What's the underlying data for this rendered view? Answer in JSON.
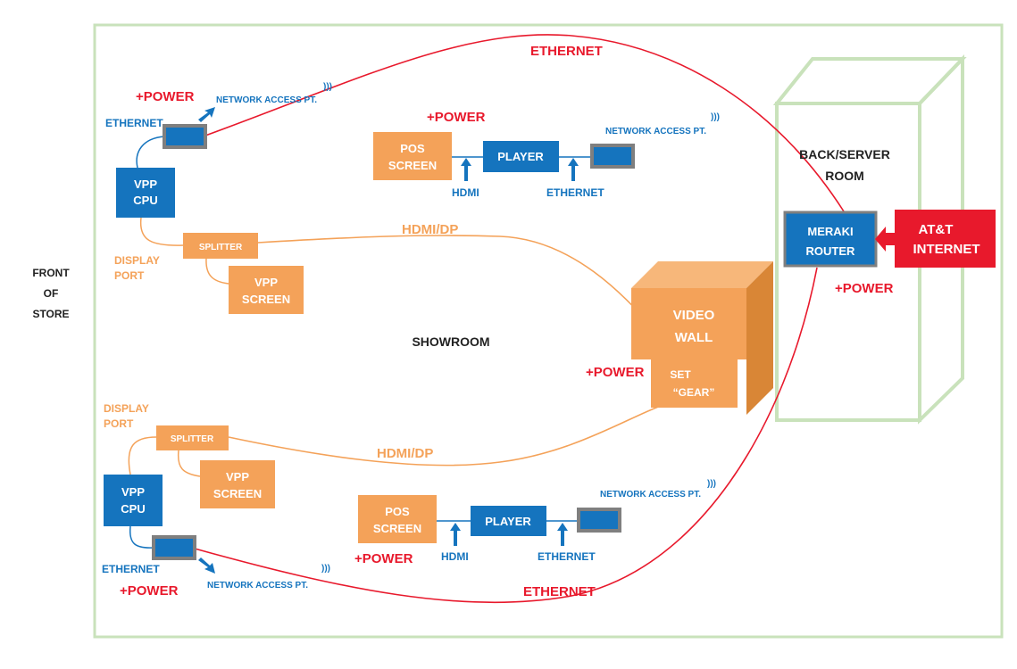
{
  "colors": {
    "room_border": "#c9e2bb",
    "blue_box": "#1574be",
    "blue_text": "#1574be",
    "orange_box": "#f4a259",
    "orange_line": "#f4a259",
    "orange_text": "#f4a259",
    "red": "#e8192c",
    "red_box": "#e8192c",
    "video_wall_front": "#f4a259",
    "video_wall_top": "#f7b77a",
    "video_wall_side": "#d98636",
    "monitor_border": "#7f7f7f",
    "black_text": "#222222"
  },
  "labels": {
    "front_of_store": [
      "FRONT",
      "OF",
      "STORE"
    ],
    "showroom": "SHOWROOM",
    "back_server_room": [
      "BACK/SERVER",
      "ROOM"
    ],
    "ethernet_top_red": "ETHERNET",
    "ethernet_bottom_red": "ETHERNET",
    "hdmi_dp_top": "HDMI/DP",
    "hdmi_dp_bottom": "HDMI/DP",
    "display_port_top": [
      "DISPLAY",
      "PORT"
    ],
    "display_port_bottom": [
      "DISPLAY",
      "PORT"
    ],
    "power_top_cpu": "+POWER",
    "power_top_pos": "+POWER",
    "power_bottom_pos": "+POWER",
    "power_bottom_cpu": "+POWER",
    "power_video_wall": "+POWER",
    "power_router": "+POWER",
    "network_access_top_left": "NETWORK ACCESS PT.",
    "network_access_top_right": "NETWORK ACCESS PT.",
    "network_access_bottom_right": "NETWORK ACCESS PT.",
    "network_access_bottom_left": "NETWORK ACCESS PT.",
    "ethernet_top_cpu": "ETHERNET",
    "ethernet_bottom_cpu": "ETHERNET",
    "hdmi_top": "HDMI",
    "hdmi_bottom": "HDMI",
    "ethernet_top_player": "ETHERNET",
    "ethernet_bottom_player": "ETHERNET",
    "wifi_symbol": ")))"
  },
  "boxes": {
    "vpp_cpu_top": [
      "VPP",
      "CPU"
    ],
    "vpp_cpu_bottom": [
      "VPP",
      "CPU"
    ],
    "splitter_top": "SPLITTER",
    "splitter_bottom": "SPLITTER",
    "vpp_screen_top": [
      "VPP",
      "SCREEN"
    ],
    "vpp_screen_bottom": [
      "VPP",
      "SCREEN"
    ],
    "pos_screen_top": [
      "POS",
      "SCREEN"
    ],
    "pos_screen_bottom": [
      "POS",
      "SCREEN"
    ],
    "player_top": "PLAYER",
    "player_bottom": "PLAYER",
    "video_wall": [
      "VIDEO",
      "WALL"
    ],
    "set_gear": [
      "SET",
      "“GEAR”"
    ],
    "meraki_router": [
      "MERAKI",
      "ROUTER"
    ],
    "att_internet": [
      "AT&T",
      "INTERNET"
    ]
  }
}
